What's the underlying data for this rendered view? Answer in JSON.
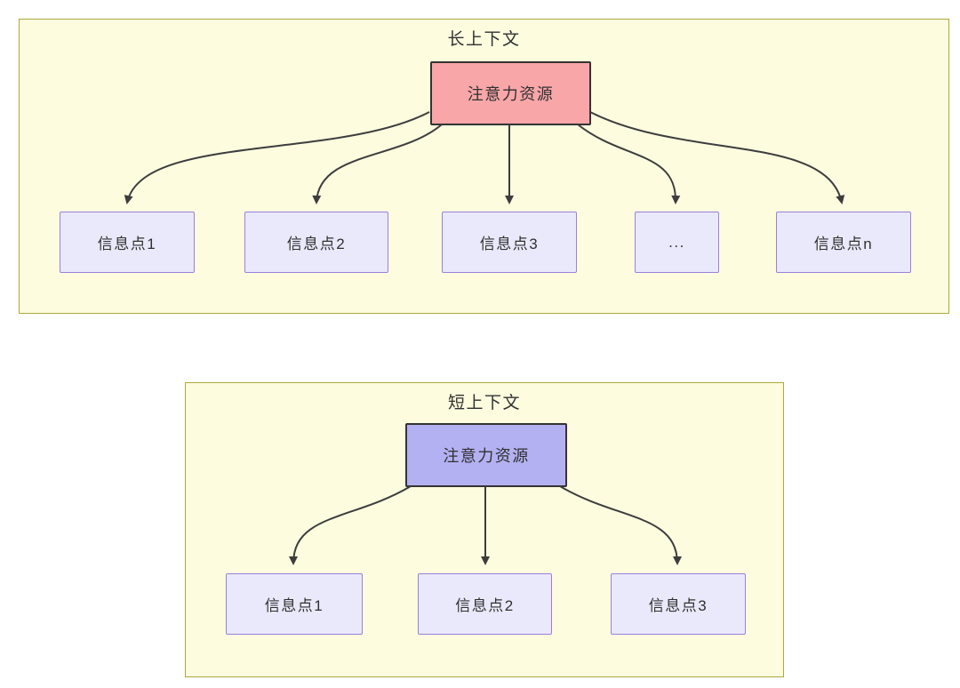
{
  "colors": {
    "container-fill": "#FDFCDF",
    "container-border": "#ACA83C",
    "attention-long-fill": "#F8A6A8",
    "attention-short-fill": "#B4B1F2",
    "attention-border": "#333333",
    "info-fill": "#EAE9FB",
    "info-border": "#9B7FE0",
    "arrow": "#3D3D3D",
    "text": "#303030"
  },
  "long_context": {
    "title": "长上下文",
    "attention_label": "注意力资源",
    "info_points": [
      "信息点1",
      "信息点2",
      "信息点3",
      "...",
      "信息点n"
    ]
  },
  "short_context": {
    "title": "短上下文",
    "attention_label": "注意力资源",
    "info_points": [
      "信息点1",
      "信息点2",
      "信息点3"
    ]
  }
}
